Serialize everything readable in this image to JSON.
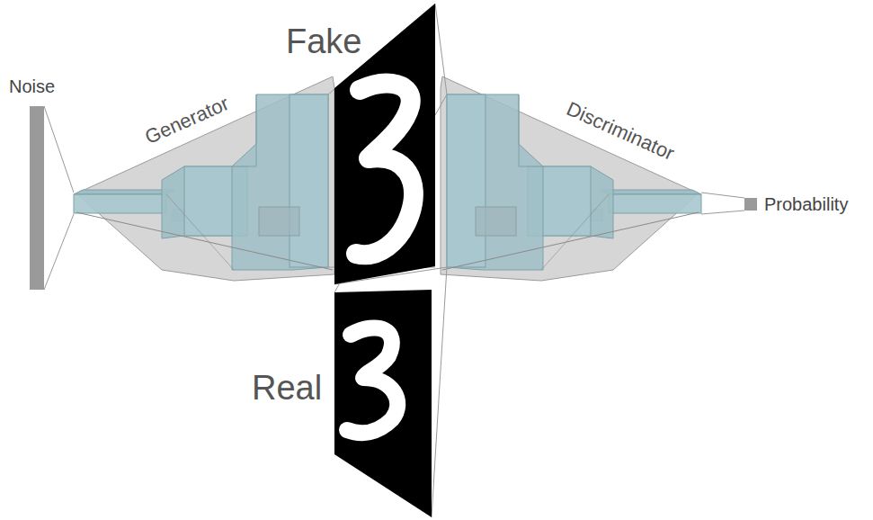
{
  "diagram": {
    "labels": [
      "Noise",
      "Generator",
      "Fake",
      "Real",
      "Discriminator",
      "Probability"
    ]
  }
}
